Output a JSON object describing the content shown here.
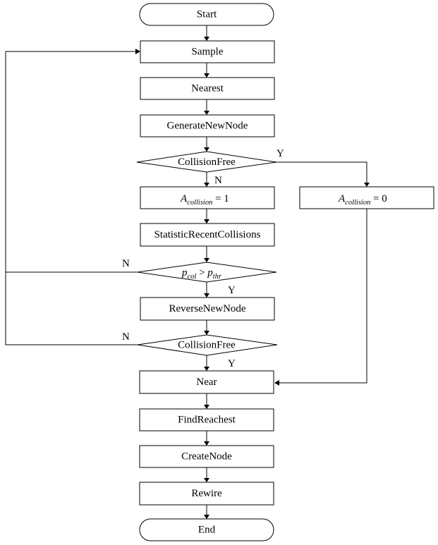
{
  "flowchart": {
    "start": "Start",
    "sample": "Sample",
    "nearest": "Nearest",
    "generate_new_node": "GenerateNewNode",
    "collision_free_1": "CollisionFree",
    "a_collision_var": "A",
    "a_collision_sub": "collision",
    "a_collision_one": " = 1",
    "a_collision_zero": " = 0",
    "statistic": "StatisticRecentCollisions",
    "p_col_var": "p",
    "p_col_sub": "col",
    "gt": " > ",
    "p_thr_var": "p",
    "p_thr_sub": "thr",
    "reverse_new_node": "ReverseNewNode",
    "collision_free_2": "CollisionFree",
    "near": "Near",
    "find_reachest": "FindReachest",
    "create_node": "CreateNode",
    "rewire": "Rewire",
    "end": "End",
    "yes": "Y",
    "no": "N"
  }
}
